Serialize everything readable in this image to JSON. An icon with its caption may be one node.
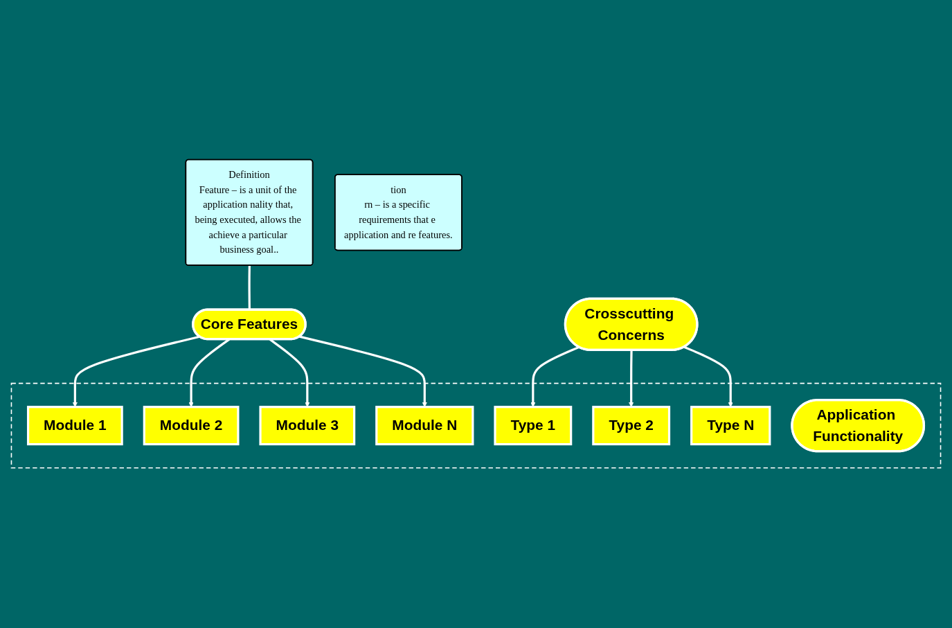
{
  "diagram": {
    "nodes": [
      {
        "text": [
          "Definition",
          "Feature – is a unit of the application nality that, being executed, allows the achieve a particular business goal.."
        ]
      },
      {
        "text": [
          "tion",
          "rn – is a specific requirements that e application and re features."
        ]
      },
      {
        "text": [
          "Core Features"
        ]
      },
      {
        "text": [],
        "shape": "box"
      },
      {
        "text": [
          "Module 1"
        ],
        "in": 3
      },
      {
        "text": [
          "Module 2"
        ],
        "in": 3
      },
      {
        "text": [
          "Module 3"
        ],
        "in": 3
      },
      {
        "text": [
          "Module N"
        ],
        "in": 3
      },
      {
        "text": [
          "Crosscutting Concerns"
        ]
      },
      {
        "text": [
          "Type 1"
        ],
        "in": 3
      },
      {
        "text": [
          "Type 2"
        ],
        "in": 3
      },
      {
        "text": [
          "Type N"
        ],
        "in": 3
      },
      {
        "text": [
          "Application Functionality"
        ],
        "in": 3
      }
    ],
    "edges": [
      {
        "from": 0,
        "to": 2,
        "arrow": "none"
      },
      {
        "from": 2,
        "to": 4,
        "arrow": "to"
      },
      {
        "from": 2,
        "to": 5,
        "arrow": "to"
      },
      {
        "from": 2,
        "to": 6,
        "arrow": "to"
      },
      {
        "from": 2,
        "to": 7,
        "arrow": "to"
      },
      {
        "from": 8,
        "to": 9,
        "arrow": "to"
      },
      {
        "from": 8,
        "to": 10,
        "arrow": "to"
      },
      {
        "from": 8,
        "to": 11,
        "arrow": "to"
      }
    ]
  }
}
